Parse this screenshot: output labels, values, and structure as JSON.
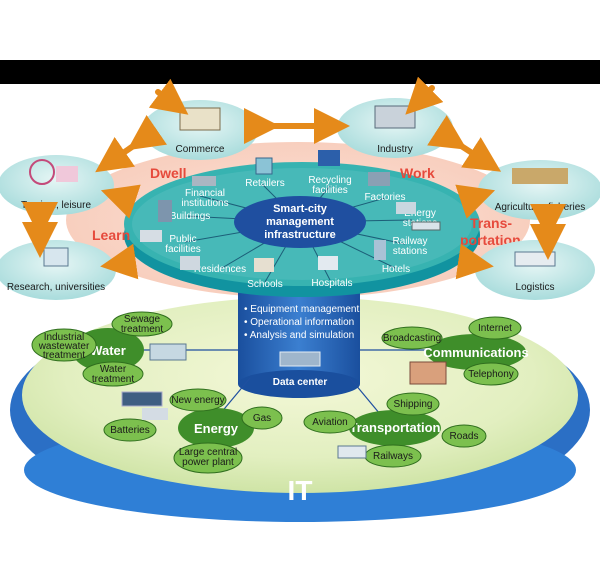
{
  "colors": {
    "teal": "#19a4a6",
    "teal_dark": "#0a7f84",
    "navy": "#1f4fa0",
    "blue_disc": "#3da0e0",
    "green_bubble": "#59a83a",
    "green_dark": "#2f6e1e",
    "orange_arrow": "#e58a1a",
    "red_text": "#e64a3c",
    "light_teal": "#b8e3e2"
  },
  "outer_nodes": {
    "commerce": "Commerce",
    "industry": "Industry",
    "tourism": "Tourism, leisure",
    "agriculture": "Agriculture, fisheries",
    "research": "Research, universities",
    "logistics": "Logistics"
  },
  "lifestyle": {
    "dwell": "Dwell",
    "work": "Work",
    "learn": "Learn",
    "transportation_1": "Trans-",
    "transportation_2": "portation"
  },
  "hub": {
    "line1": "Smart-city",
    "line2": "management",
    "line3": "infrastructure",
    "spokes": {
      "retailers": "Retailers",
      "recycling_1": "Recycling",
      "recycling_2": "facilities",
      "factories": "Factories",
      "energy_1": "Energy",
      "energy_2": "stations",
      "railway_1": "Railway",
      "railway_2": "stations",
      "hotels": "Hotels",
      "hospitals": "Hospitals",
      "schools": "Schools",
      "residences": "Residences",
      "public_1": "Public",
      "public_2": "facilities",
      "buildings": "Buildings",
      "financial_1": "Financial",
      "financial_2": "institutions"
    }
  },
  "data_center": {
    "item1": "• Equipment management",
    "item2": "• Operational information",
    "item3": "• Analysis and simulation",
    "label": "Data center"
  },
  "clusters": {
    "water": {
      "title": "Water",
      "items": {
        "sewage_1": "Sewage",
        "sewage_2": "treatment",
        "industrial_1": "Industrial",
        "industrial_2": "wastewater",
        "industrial_3": "treatment",
        "water_1": "Water",
        "water_2": "treatment"
      }
    },
    "communications": {
      "title": "Communications",
      "items": {
        "broadcasting": "Broadcasting",
        "internet": "Internet",
        "telephony": "Telephony"
      }
    },
    "energy": {
      "title": "Energy",
      "items": {
        "new_energy": "New energy",
        "gas": "Gas",
        "batteries": "Batteries",
        "large_1": "Large central",
        "large_2": "power plant"
      }
    },
    "transportation": {
      "title": "Transportation",
      "items": {
        "shipping": "Shipping",
        "aviation": "Aviation",
        "roads": "Roads",
        "railways": "Railways"
      }
    }
  },
  "platform": {
    "label": "IT"
  }
}
